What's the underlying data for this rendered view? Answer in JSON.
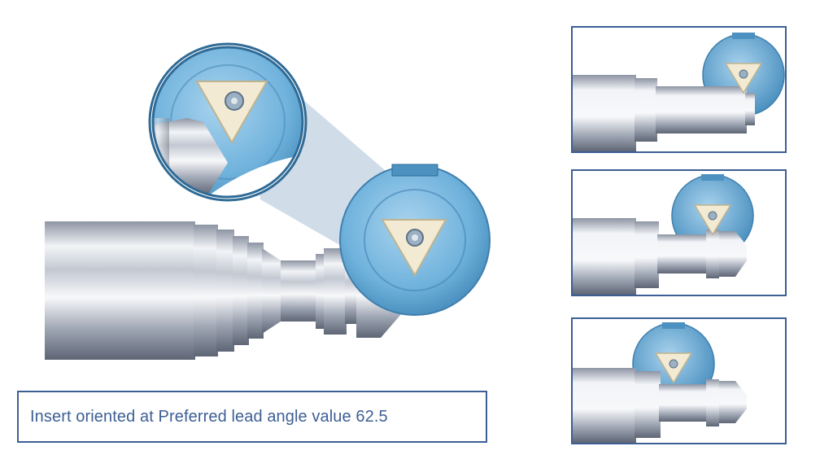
{
  "caption": {
    "text": "Insert oriented at Preferred lead angle value 62.5"
  },
  "colors": {
    "frame": "#3d5f94",
    "holder_blue": "#6fb2dc",
    "insert": "#f3ead3",
    "metal_light": "#eef0f4",
    "metal_dark": "#6a7181"
  },
  "icons": [
    "cutting-insert-icon",
    "lathe-workpiece-icon"
  ],
  "thumbnails": [
    {
      "name": "thumbnail-stage-1"
    },
    {
      "name": "thumbnail-stage-2"
    },
    {
      "name": "thumbnail-stage-3"
    }
  ]
}
